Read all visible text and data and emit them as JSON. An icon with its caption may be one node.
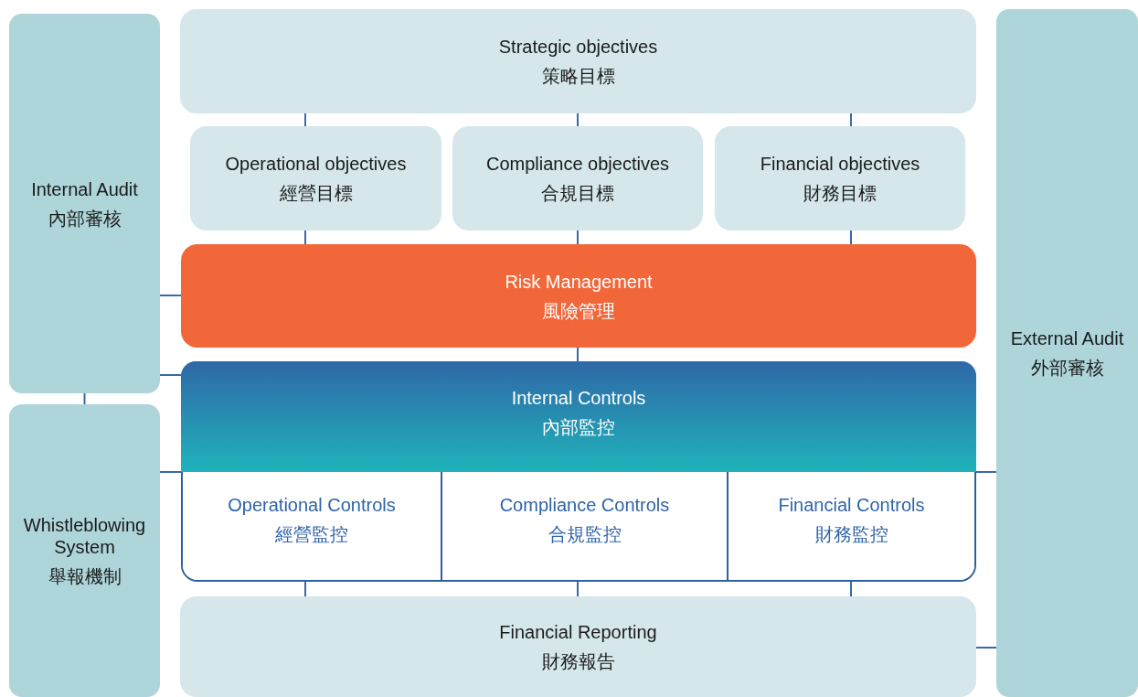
{
  "diagram": {
    "nodes": [
      {
        "text": [
          "Strategic objectives",
          "策略目標"
        ]
      },
      {
        "text": [
          "Operational objectives",
          "經營目標"
        ]
      },
      {
        "text": [
          "Compliance objectives",
          "合規目標"
        ]
      },
      {
        "text": [
          "Financial objectives",
          "財務目標"
        ]
      },
      {
        "text": [
          "Risk Management",
          "風險管理"
        ]
      },
      {
        "text": [
          "Internal Controls",
          "內部監控"
        ]
      },
      {
        "text": [
          "Operational Controls",
          "經營監控"
        ],
        "in": 5
      },
      {
        "text": [
          "Compliance Controls",
          "合規監控"
        ],
        "in": 5
      },
      {
        "text": [
          "Financial Controls",
          "財務監控"
        ],
        "in": 5
      },
      {
        "text": [
          "Financial Reporting",
          "財務報告"
        ]
      },
      {
        "text": [
          "Internal Audit",
          "內部審核"
        ]
      },
      {
        "text": [
          "Whistleblowing System",
          "舉報機制"
        ]
      },
      {
        "text": [
          "External Audit",
          "外部審核"
        ]
      }
    ],
    "edges": [
      {
        "from": 0,
        "to": 1,
        "arrow": "none"
      },
      {
        "from": 0,
        "to": 2,
        "arrow": "none"
      },
      {
        "from": 0,
        "to": 3,
        "arrow": "none"
      },
      {
        "from": 1,
        "to": 4,
        "arrow": "none"
      },
      {
        "from": 2,
        "to": 4,
        "arrow": "none"
      },
      {
        "from": 3,
        "to": 4,
        "arrow": "none"
      },
      {
        "from": 4,
        "to": 5,
        "arrow": "none"
      },
      {
        "from": 6,
        "to": 9,
        "arrow": "none"
      },
      {
        "from": 7,
        "to": 9,
        "arrow": "none"
      },
      {
        "from": 8,
        "to": 9,
        "arrow": "none"
      },
      {
        "from": 10,
        "to": 4,
        "arrow": "none"
      },
      {
        "from": 10,
        "to": 5,
        "arrow": "none"
      },
      {
        "from": 10,
        "to": 11,
        "arrow": "none"
      },
      {
        "from": 11,
        "to": 5,
        "arrow": "none"
      },
      {
        "from": 5,
        "to": 12,
        "arrow": "none"
      },
      {
        "from": 9,
        "to": 12,
        "arrow": "none"
      }
    ]
  }
}
